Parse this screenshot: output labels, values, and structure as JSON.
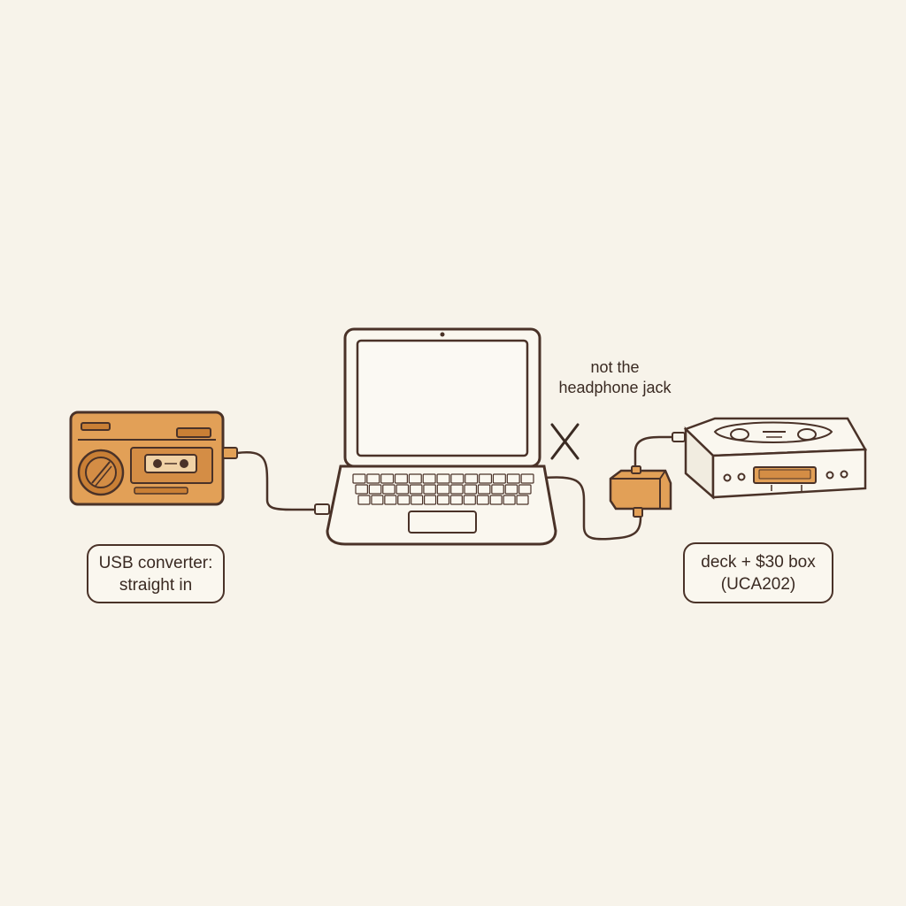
{
  "labels": {
    "warning": {
      "line1": "not the",
      "line2": "headphone jack"
    },
    "left_caption": {
      "line1": "USB converter:",
      "line2": "straight in"
    },
    "right_caption": {
      "line1": "deck + $30 box",
      "line2": "(UCA202)"
    }
  },
  "icons": {
    "left_device": "usb-cassette-converter-icon",
    "center_device": "laptop-icon",
    "right_device": "cassette-deck-icon",
    "adapter": "usb-audio-interface-icon",
    "warning_mark": "cross-mark-icon"
  },
  "colors": {
    "background": "#f7f3ea",
    "ink": "#4a3228",
    "accent": "#e2a057",
    "accent_dark": "#c97f35"
  }
}
